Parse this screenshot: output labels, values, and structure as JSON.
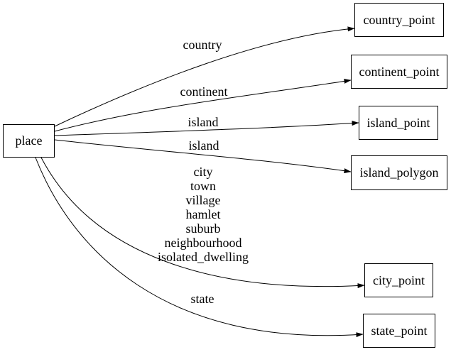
{
  "diagram": {
    "type": "directed-graph",
    "colors": {
      "background": "#ffffff",
      "node_border": "#000000",
      "edge": "#000000",
      "text": "#000000"
    },
    "nodes": {
      "place": {
        "label": "place"
      },
      "country_point": {
        "label": "country_point"
      },
      "continent_point": {
        "label": "continent_point"
      },
      "island_point": {
        "label": "island_point"
      },
      "island_polygon": {
        "label": "island_polygon"
      },
      "city_point": {
        "label": "city_point"
      },
      "state_point": {
        "label": "state_point"
      }
    },
    "edges": [
      {
        "from": "place",
        "to": "country_point",
        "label": "country"
      },
      {
        "from": "place",
        "to": "continent_point",
        "label": "continent"
      },
      {
        "from": "place",
        "to": "island_point",
        "label": "island"
      },
      {
        "from": "place",
        "to": "island_polygon",
        "label": "island"
      },
      {
        "from": "place",
        "to": "city_point",
        "label_lines": [
          "city",
          "town",
          "village",
          "hamlet",
          "suburb",
          "neighbourhood",
          "isolated_dwelling"
        ]
      },
      {
        "from": "place",
        "to": "state_point",
        "label": "state"
      }
    ]
  }
}
